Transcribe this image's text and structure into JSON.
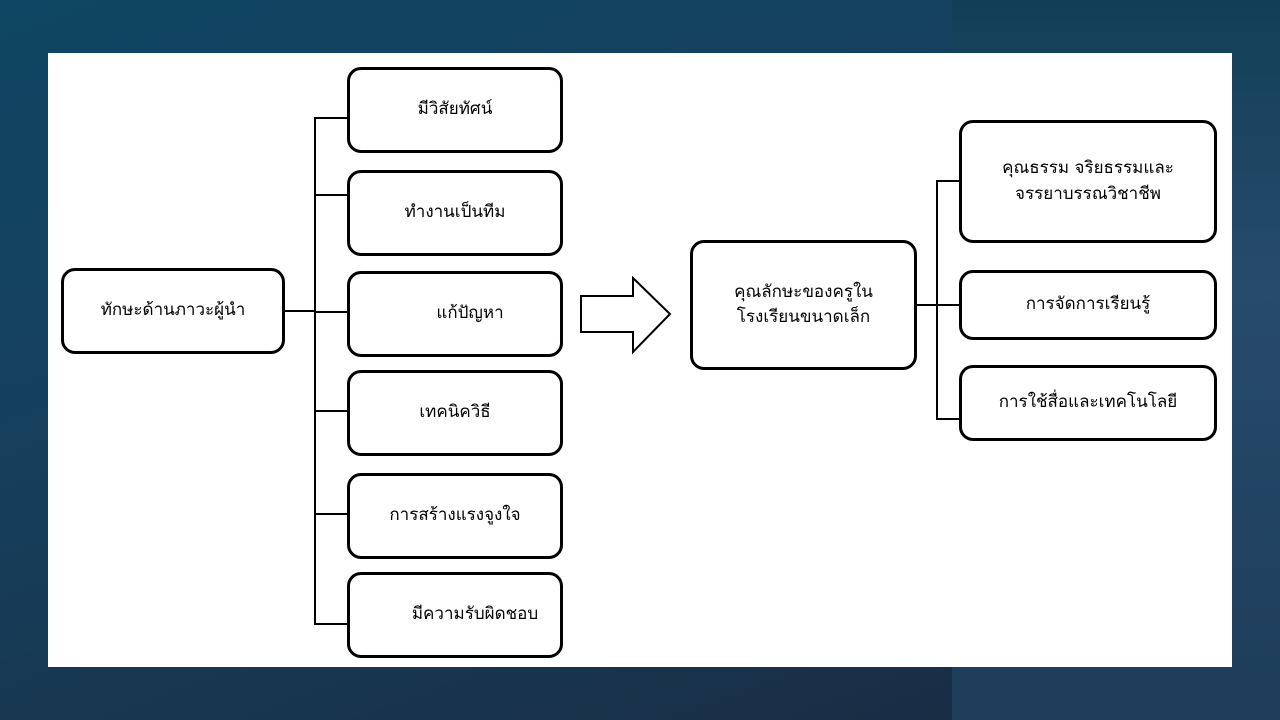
{
  "root": "ทักษะด้านภาวะผู้นำ",
  "skills": [
    "มีวิสัยทัศน์",
    "ทำงานเป็นทีม",
    "แก้ปัญหา",
    "เทคนิควิธี",
    "การสร้างแรงจูงใจ",
    "มีความรับผิดชอบ"
  ],
  "center": {
    "line1": "คุณลักษะของครูใน",
    "line2": "โรงเรียนขนาดเล็ก"
  },
  "outcomes": [
    {
      "line1": "คุณธรรม จริยธรรมและ",
      "line2": "จรรยาบรรณวิชาชีพ"
    },
    {
      "line1": "การจัดการเรียนรู้"
    },
    {
      "line1": "การใช้สื่อและเทคโนโลยี"
    }
  ]
}
